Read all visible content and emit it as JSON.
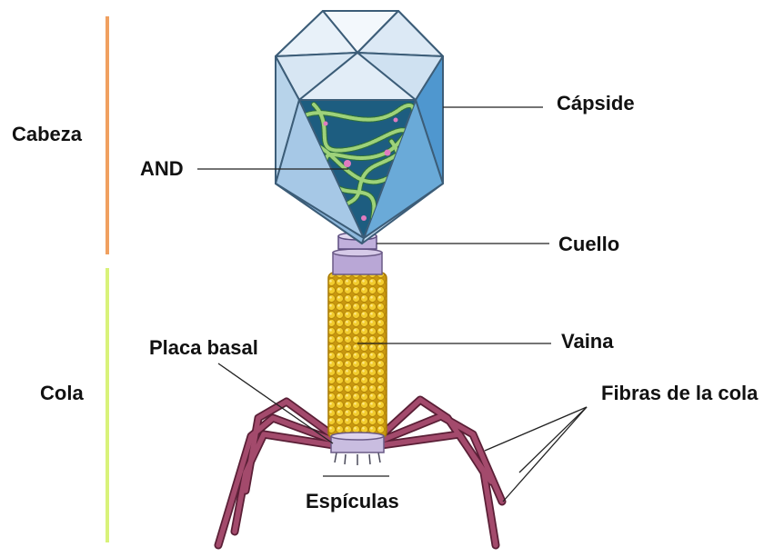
{
  "regions": {
    "head": "Cabeza",
    "tail": "Cola"
  },
  "labels": {
    "dna": "AND",
    "capsid": "Cápside",
    "neck": "Cuello",
    "sheath": "Vaina",
    "base_plate": "Placa basal",
    "tail_fibers": "Fibras de la cola",
    "spikes": "Espículas"
  },
  "colors": {
    "head_bracket": "#f0a060",
    "tail_bracket": "#d8f27a",
    "capsid_light": "#eef4fb",
    "capsid_mid": "#a9cbe8",
    "capsid_dark": "#4f97cf",
    "dna_core": "#1d5d80",
    "dna_strand": "#9ed27a",
    "sheath": "#e5b920",
    "collar": "#b9a7d6",
    "fibers": "#8a3a56"
  }
}
